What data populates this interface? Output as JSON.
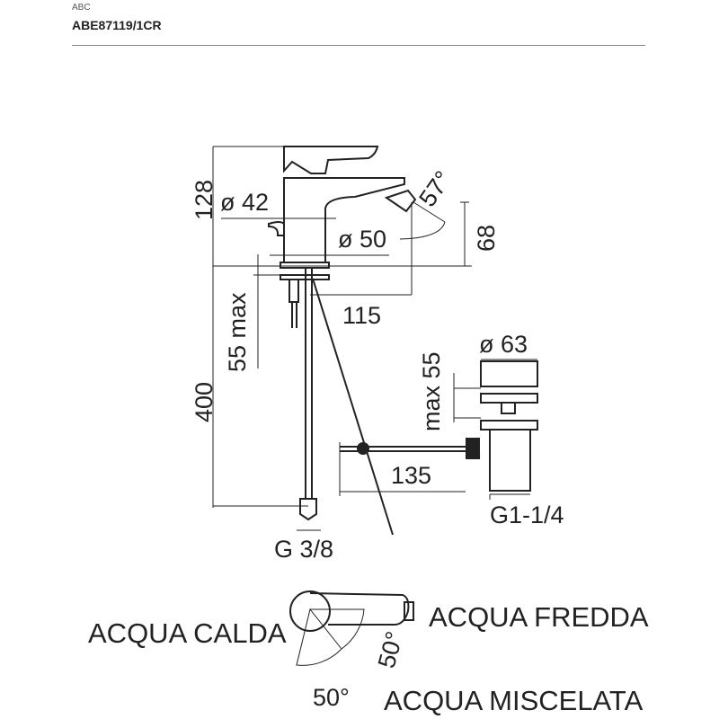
{
  "header": {
    "brand": "ABC",
    "product_code": "ABE87119/1CR"
  },
  "dimensions": {
    "height_total": "128",
    "body_diameter": "ø 42",
    "base_diameter": "ø 50",
    "spout_angle": "57°",
    "spout_height": "68",
    "spout_reach": "115",
    "deck_thickness_max": "55 max",
    "hose_length": "400",
    "hose_connection": "G 3/8",
    "waste_diameter": "ø 63",
    "waste_max": "max 55",
    "rod_length": "135",
    "waste_thread": "G1-1/4"
  },
  "handle_diagram": {
    "hot": "ACQUA CALDA",
    "cold": "ACQUA FREDDA",
    "mixed": "ACQUA MISCELATA",
    "angle_side": "50°",
    "angle_bottom": "50°"
  }
}
